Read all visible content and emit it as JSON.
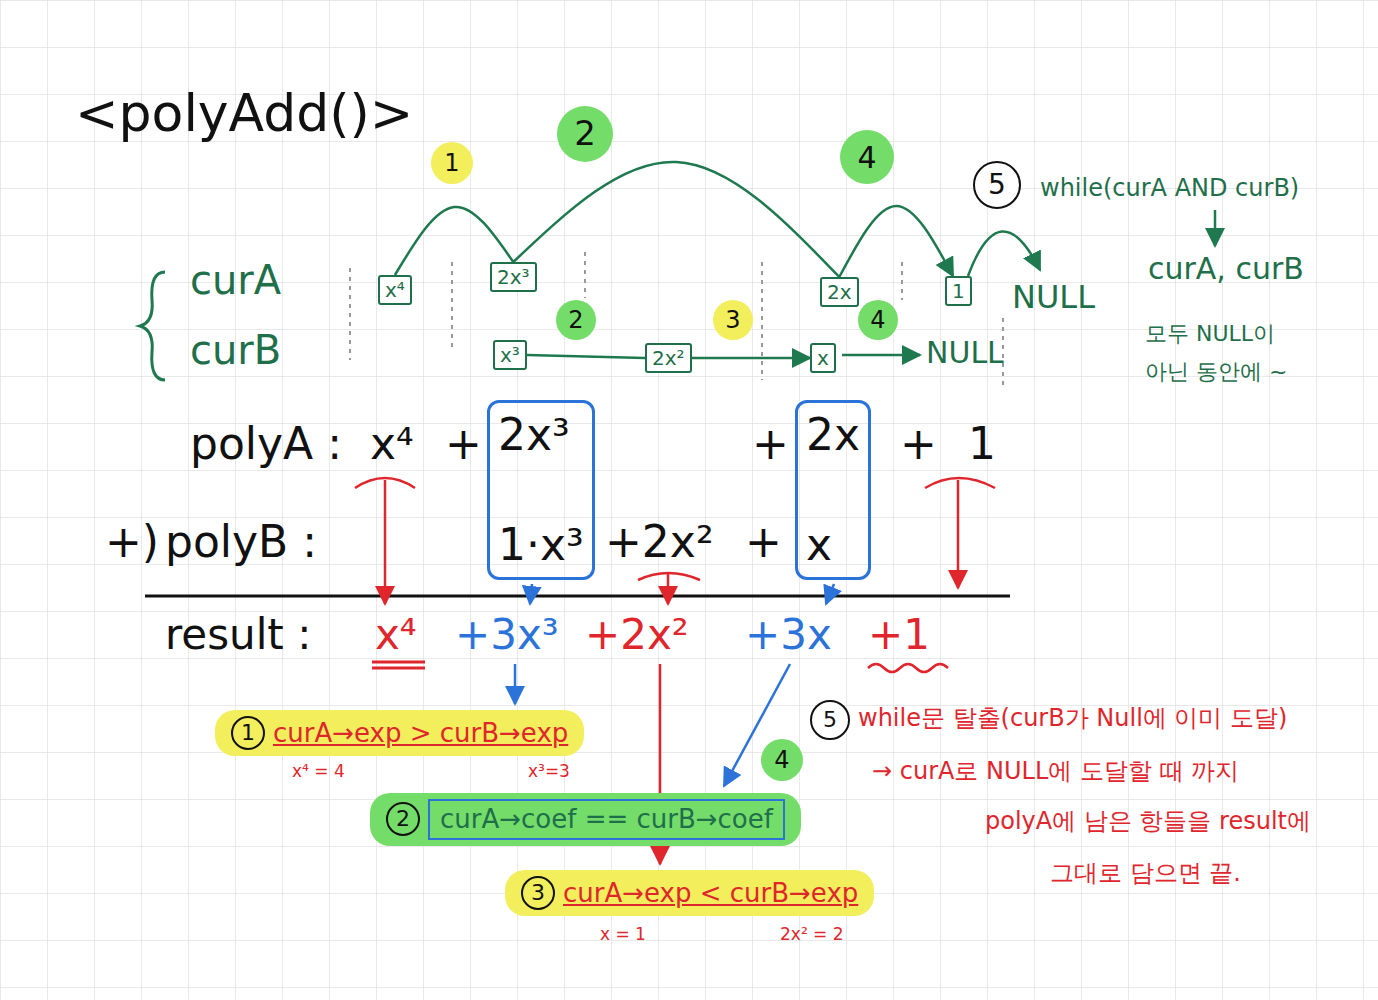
{
  "diagram": {
    "title": "<polyAdd()>",
    "nodes": [
      {
        "text": [
          "x⁴"
        ]
      },
      {
        "text": [
          "2x³"
        ]
      },
      {
        "text": [
          "2x"
        ]
      },
      {
        "text": [
          "1"
        ]
      },
      {
        "text": [
          "x³"
        ]
      },
      {
        "text": [
          "2x²"
        ]
      },
      {
        "text": [
          "x"
        ]
      },
      {
        "text": [
          "2x³",
          "1·x³"
        ]
      },
      {
        "text": [
          "2x",
          "x"
        ]
      },
      {
        "text": [
          "1",
          "curA→exp > curB→exp"
        ]
      },
      {
        "text": [
          "2"
        ]
      },
      {
        "text": [
          "curA→coef == curB→coef"
        ],
        "in": 10
      },
      {
        "text": [
          "3",
          "curA→exp < curB→exp"
        ]
      }
    ],
    "edges": [
      {
        "from": 0,
        "to": 1,
        "arrow": "none"
      },
      {
        "from": 1,
        "to": 2,
        "arrow": "none"
      },
      {
        "from": 2,
        "to": 3,
        "arrow": "to"
      },
      {
        "from": 4,
        "to": 5,
        "arrow": "none"
      },
      {
        "from": 5,
        "to": 6,
        "arrow": "to"
      }
    ],
    "labels": [
      "curA",
      "curB",
      "1",
      "2",
      "4",
      "5",
      "NULL",
      "2",
      "3",
      "4",
      "NULL",
      "while(curA AND curB)",
      "curA, curB",
      "모두 NULL이",
      "아닌 동안에 ~",
      "polyA :",
      "x⁴",
      "+",
      "+",
      "+",
      "1",
      "+)",
      "polyB :",
      "+2x²",
      "+",
      "result :",
      "x⁴",
      "+3x³",
      "+2x²",
      "+3x",
      "+1",
      "x⁴ = 4",
      "x³=3",
      "4",
      "5",
      "while문 탈출(curB가 Null에 이미 도달)",
      "→ curA로 NULL에 도달할 때 까지",
      "polyA에 남은 항들을 result에",
      "그대로 담으면 끝.",
      "x = 1",
      "2x² = 2"
    ]
  }
}
